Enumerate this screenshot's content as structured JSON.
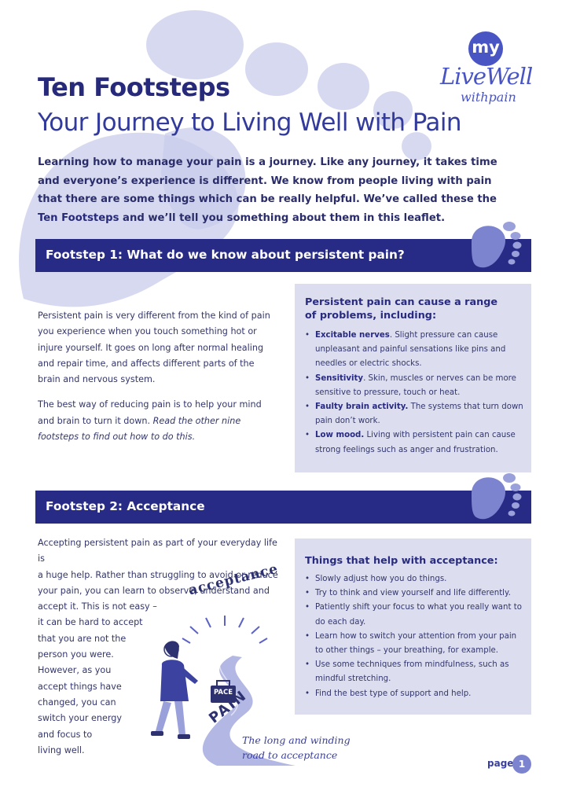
{
  "logo": {
    "my": "my",
    "live_well": "LiveWell",
    "with_pain": "withpain"
  },
  "title": "Ten Footsteps",
  "subtitle": "Your Journey to Living Well with Pain",
  "intro": {
    "before": "Learning how to manage your pain is a journey. Like any journey, it takes time and everyone’s experience is different. We know from people living with pain that there are some things which can be really helpful. We’ve called these the ",
    "highlight": "Ten Footsteps",
    "after": " and we’ll tell you something about them in this leaflet."
  },
  "footstep1": {
    "heading": "Footstep 1: What do we know about persistent pain?",
    "para1": "Persistent pain is very different from the kind of pain you experience when you touch something hot or injure yourself. It goes on long after normal healing and repair time, and affects different parts of the brain and nervous system.",
    "para2_plain": "The best way of reducing pain is to help your mind and brain to turn it down. ",
    "para2_italic": "Read the other nine footsteps to find out how to do this.",
    "panel_heading": "Persistent pain can cause a range of problems, including:",
    "items": [
      {
        "term": "Excitable nerves",
        "text": ". Slight pressure can cause unpleasant and painful sensations like pins and needles or electric shocks."
      },
      {
        "term": "Sensitivity",
        "text": ". Skin, muscles or nerves can be more sensitive to pressure, touch or heat."
      },
      {
        "term": "Faulty brain activity.",
        "text": " The systems that turn down pain don’t work."
      },
      {
        "term": "Low mood.",
        "text": " Living with persistent pain can cause strong feelings such as anger and frustration."
      }
    ]
  },
  "footstep2": {
    "heading": "Footstep 2: Acceptance",
    "lines": [
      "Accepting persistent pain as part of your everyday life is",
      "a huge help. Rather than struggling to avoid or reduce",
      "your pain, you can learn to observe, understand and",
      "accept it. This is not easy –",
      "it can be hard to accept",
      "that you are not the",
      "person you were.",
      "However, as you",
      "accept things have",
      "changed, you can",
      "switch your energy",
      "and focus to",
      "living well."
    ],
    "panel_heading": "Things that help with acceptance:",
    "items": [
      "Slowly adjust how you do things.",
      "Try to think and view yourself and life differently.",
      "Patiently shift your focus to what you really want to do each day.",
      "Learn how to switch your attention from your pain to other things – your breathing, for example.",
      "Use some techniques from mindfulness, such as mindful stretching.",
      "Find the best type of support and help."
    ]
  },
  "illustration": {
    "arc_word": "acceptance",
    "bag_label": "PACE",
    "road_word": "PAIN",
    "caption_line1": "The long and winding",
    "caption_line2": "road to acceptance"
  },
  "footer": {
    "page_label": "page",
    "page_number": "1"
  },
  "colors": {
    "navy": "#282b86",
    "panel": "#dcdef0",
    "accent": "#4a55c4",
    "decor": "#c8cbea"
  }
}
